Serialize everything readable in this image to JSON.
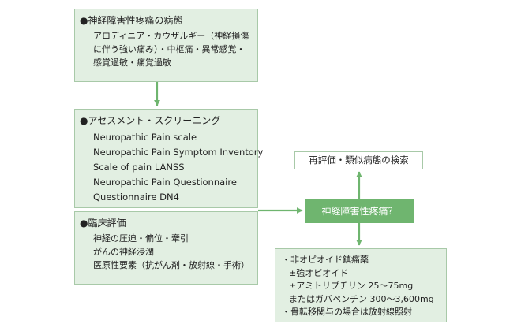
{
  "box_pathology": {
    "title": "●神経障害性疼痛の病態",
    "lines": [
      "アロディニア・カウザルギー（神経損傷",
      "に伴う強い痛み）・中枢痛・異常感覚・",
      "感覚過敏・痛覚過敏"
    ]
  },
  "box_assessment": {
    "title": "●アセスメント・スクリーニング",
    "lines": [
      "Neuropathic Pain scale",
      "Neuropathic Pain Symptom Inventory",
      "Scale of pain LANSS",
      "Neuropathic Pain Questionnaire",
      "Questionnaire DN4"
    ]
  },
  "box_clinical": {
    "title": "●臨床評価",
    "lines": [
      "神経の圧迫・偏位・牽引",
      "がんの神経浸潤",
      "医原性要素（抗がん剤・放射線・手術）"
    ]
  },
  "box_reeval": {
    "text": "再評価・類似病態の検索"
  },
  "box_decision": {
    "text": "神経障害性疼痛？"
  },
  "box_treatment": {
    "lines": [
      "・非オピオイド鎮痛薬",
      "±強オピオイド",
      "±アミトリプチリン 25～75mg",
      "またはガバペンチン 300～3,600mg",
      "・骨転移関与の場合は放射線照射"
    ]
  },
  "colors": {
    "panel_fill": "#e2efe2",
    "panel_border": "#a8c9a8",
    "arrow": "#6fb56f",
    "decision_fill": "#6fb56f"
  }
}
